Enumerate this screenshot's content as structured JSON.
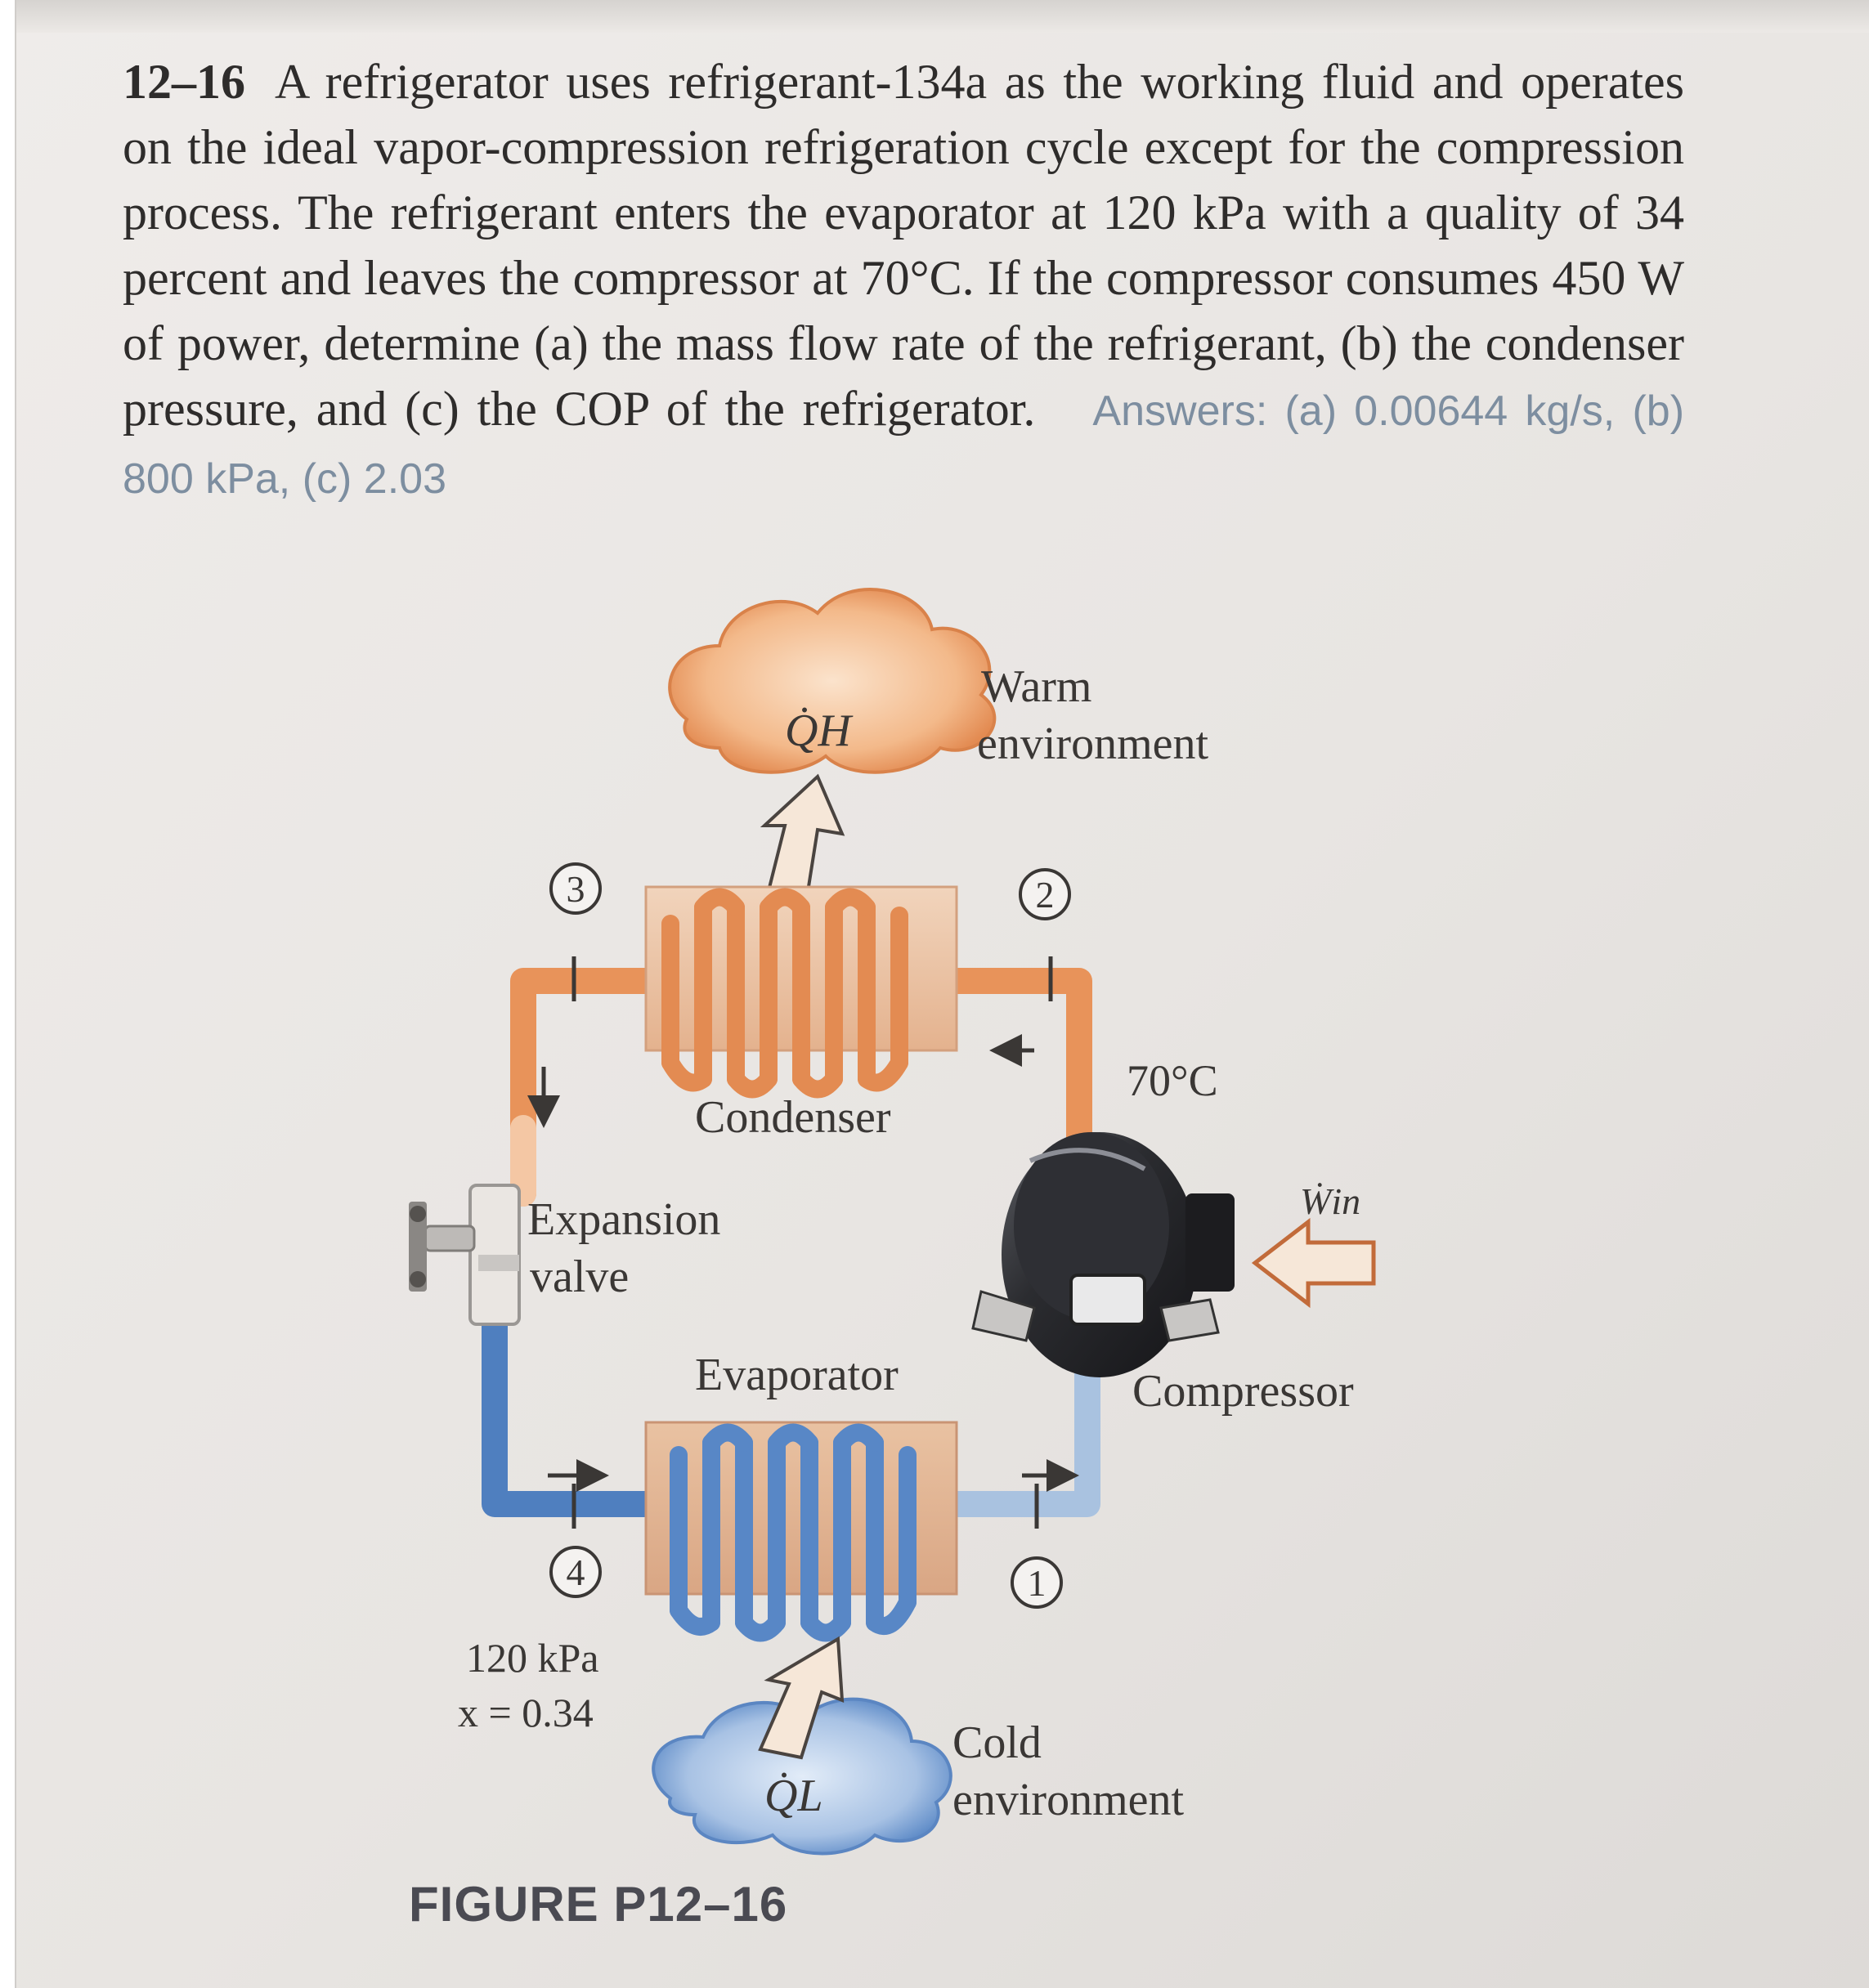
{
  "problem": {
    "number": "12–16",
    "text": "A refrigerator uses refrigerant-134a as the working fluid and operates on the ideal vapor-compression refrigeration cycle except for the compression process. The refrigerant enters the evaporator at 120 kPa with a quality of 34 percent and leaves the compressor at 70°C. If the compressor consumes 450 W of power, determine (a) the mass flow rate of the refrigerant, (b) the condenser pressure, and (c) the COP of the refrigerator.",
    "answers": "Answers: (a) 0.00644 kg/s, (b) 800 kPa, (c) 2.03"
  },
  "figure": {
    "caption": "FIGURE P12–16",
    "qh": "Q̇H",
    "ql": "Q̇L",
    "win": "Ẇin",
    "warm_line1": "Warm",
    "warm_line2": "environment",
    "cold_line1": "Cold",
    "cold_line2": "environment",
    "condenser": "Condenser",
    "evaporator": "Evaporator",
    "compressor": "Compressor",
    "expansion_line1": "Expansion",
    "expansion_line2": "valve",
    "temp": "70°C",
    "pressure": "120 kPa",
    "quality": "x = 0.34",
    "state1": "1",
    "state2": "2",
    "state3": "3",
    "state4": "4"
  },
  "colors": {
    "hot_pipe": "#e8935a",
    "cold_pipe": "#4f7fbf",
    "light_cold_pipe": "#a9c2e0",
    "answer_text": "#7d8ea0"
  }
}
